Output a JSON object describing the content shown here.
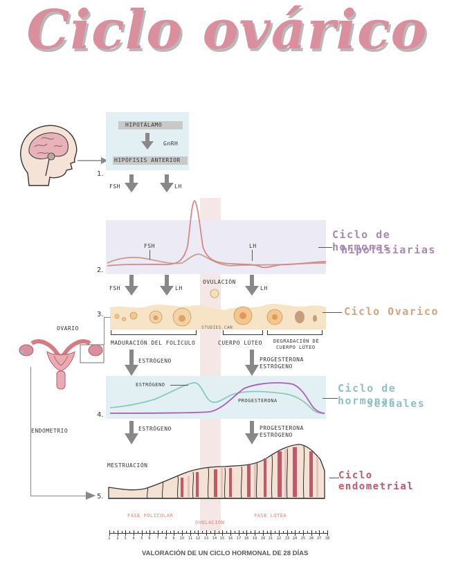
{
  "title": "Ciclo ovárico",
  "steps": {
    "s1": "1.",
    "s2": "2.",
    "s3": "3.",
    "s4": "4.",
    "s5": "5."
  },
  "hypothalamus": {
    "label": "HIPOTÁLAMO",
    "gnrh": "GnRH",
    "pituitary": "HIPÓFISIS ANTERIOR"
  },
  "hormones": {
    "fsh": "FSH",
    "lh": "LH",
    "ovulation": "OVULACIÓN",
    "estrogen": "ESTRÓGENO",
    "progesterone": "PROGESTERONA",
    "progesterone_estrogen_1": "PROGESTERONA",
    "progesterone_estrogen_2": "ESTRÓGENO"
  },
  "ovary": {
    "ovary_label": "OVARIO",
    "maturation": "MADURACIÓN DEL FOLÍCULO",
    "corpus": "CUERPO LÚTEO",
    "degradation_1": "DEGRADACIÓN DE",
    "degradation_2": "CUERPO LÚTEO",
    "watermark": "STUDIES.CAN"
  },
  "endometrium": {
    "label": "ENDOMETRIO",
    "menstruation": "MESTRUACIÓN",
    "phase_follicular": "FASE FOLICULAR",
    "phase_ovulation": "OVULACIÓN",
    "phase_luteal": "FASE LÚTEA"
  },
  "side_labels": {
    "pituitary_cycle_1": "Ciclo de hormonas",
    "pituitary_cycle_2": "hipofisiarias",
    "ovarian_cycle": "Ciclo Ovarico",
    "sex_cycle_1": "Ciclo de hormonas",
    "sex_cycle_2": "sexuales",
    "endometrial_cycle": "Ciclo endometrial"
  },
  "colors": {
    "title": "#d98f9e",
    "pituitary": "#a887b2",
    "ovarian": "#d3a47f",
    "sex": "#8fc0c6",
    "endometrial": "#c2566a",
    "fsh_curve": "#c79e8e",
    "lh_curve": "#d98585",
    "estrogen_curve": "#87c9bf",
    "progesterone_curve": "#b15ab8"
  },
  "day_scale": {
    "days": [
      "1",
      "2",
      "3",
      "4",
      "5",
      "6",
      "7",
      "8",
      "9",
      "10",
      "11",
      "12",
      "13",
      "14",
      "15",
      "16",
      "17",
      "18",
      "19",
      "20",
      "21",
      "22",
      "23",
      "24",
      "25",
      "26",
      "27",
      "28"
    ],
    "caption": "VALORACIÓN DE UN CICLO HORMONAL DE 28 DÍAS"
  }
}
